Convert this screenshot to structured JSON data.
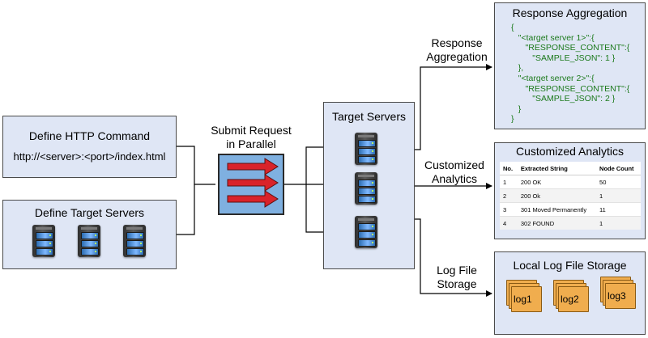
{
  "define_http": {
    "title": "Define HTTP Command",
    "url": "http://<server>:<port>/index.html"
  },
  "define_targets": {
    "title": "Define Target Servers",
    "server_icons": [
      "server-icon",
      "server-icon",
      "server-icon"
    ]
  },
  "submit": {
    "label": "Submit Request\nin Parallel",
    "icon": "parallel-arrows-icon"
  },
  "target_servers": {
    "title": "Target Servers",
    "server_icons": [
      "server-icon",
      "server-icon",
      "server-icon"
    ]
  },
  "edge_labels": {
    "response": "Response\nAggregation",
    "analytics": "Customized\nAnalytics",
    "logs": "Log File\nStorage"
  },
  "response_aggregation": {
    "title": "Response Aggregation",
    "json_lines": [
      "{",
      "   \"<target server 1>\":{",
      "      \"RESPONSE_CONTENT\":{",
      "         \"SAMPLE_JSON\": 1 }",
      "   },",
      "   \"<target server 2>\":{",
      "      \"RESPONSE_CONTENT\":{",
      "         \"SAMPLE_JSON\": 2 }",
      "   }",
      "}"
    ]
  },
  "customized_analytics": {
    "title": "Customized Analytics",
    "columns": [
      "No.",
      "Extracted String",
      "Node Count"
    ],
    "rows": [
      [
        "1",
        "200 OK",
        "50"
      ],
      [
        "2",
        "200 Ok",
        "1"
      ],
      [
        "3",
        "301 Moved Permanently",
        "11"
      ],
      [
        "4",
        "302 FOUND",
        "1"
      ]
    ]
  },
  "local_log_storage": {
    "title": "Local Log File Storage",
    "files": [
      "log1",
      "log2",
      "log3"
    ]
  },
  "colors": {
    "box_fill": "#dfe6f5",
    "arrow_fill": "#d9232a",
    "code_text": "#1c7a1c",
    "submit_fill": "#7fb0e0",
    "log_file": "#f0ad4e"
  }
}
